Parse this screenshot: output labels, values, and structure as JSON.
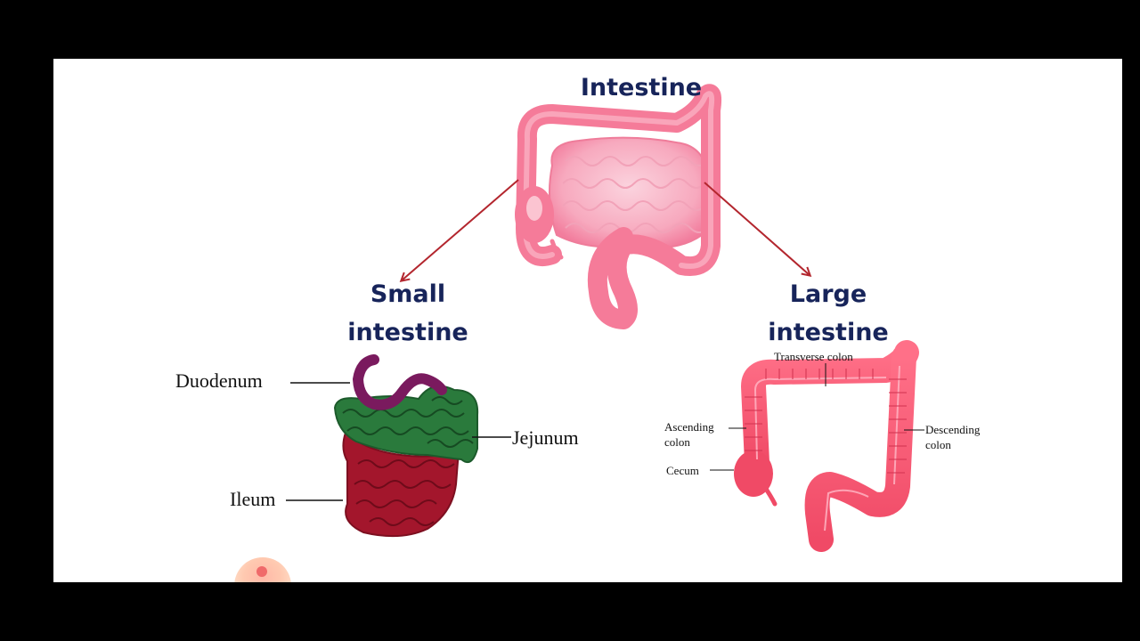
{
  "titles": {
    "intestine": "Intestine",
    "small_line1": "Small",
    "small_line2": "intestine",
    "large_line1": "Large",
    "large_line2": "intestine"
  },
  "small_intestine_labels": {
    "duodenum": "Duodenum",
    "jejunum": "Jejunum",
    "ileum": "Ileum"
  },
  "large_intestine_labels": {
    "transverse": "Transverse colon",
    "ascending_line1": "Ascending",
    "ascending_line2": "colon",
    "cecum": "Cecum",
    "descending_line1": "Descending",
    "descending_line2": "colon"
  },
  "colors": {
    "title": "#17245a",
    "arrow": "#b3262e",
    "duodenum": "#7a1a5e",
    "jejunum": "#2a7a3c",
    "ileum": "#a3162c",
    "colon": "#f0506a",
    "intestine": "#f48aa6"
  }
}
